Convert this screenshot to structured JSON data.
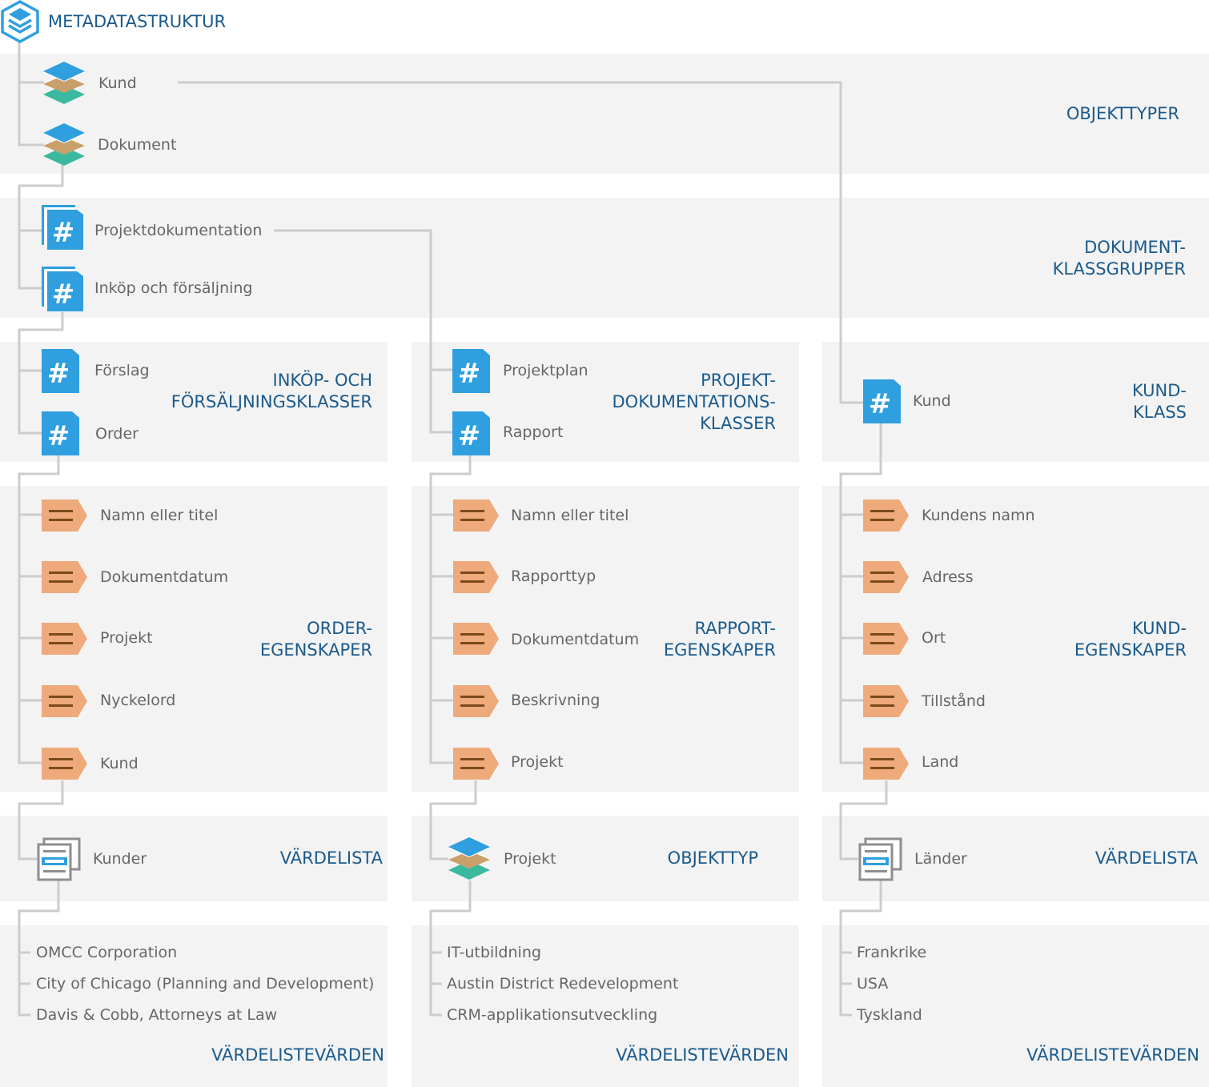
{
  "title": "METADATASTRUKTUR",
  "object_types": {
    "heading": "OBJEKTTYPER",
    "items": [
      "Kund",
      "Dokument"
    ]
  },
  "doc_class_groups": {
    "heading": [
      "DOKUMENT-",
      "KLASSGRUPPER"
    ],
    "items": [
      "Projektdokumentation",
      "Inköp och försäljning"
    ]
  },
  "columns": [
    {
      "classes_heading": [
        "INKÖP- OCH",
        "FÖRSÄLJNINGSKLASSER"
      ],
      "classes": [
        "Förslag",
        "Order"
      ],
      "props_heading": [
        "ORDER-",
        "EGENSKAPER"
      ],
      "props": [
        "Namn eller titel",
        "Dokumentdatum",
        "Projekt",
        "Nyckelord",
        "Kund"
      ],
      "list_heading": "VÄRDELISTA",
      "list_name": "Kunder",
      "values": [
        "OMCC Corporation",
        "City of Chicago (Planning and Development)",
        "Davis & Cobb, Attorneys at Law"
      ],
      "values_heading": "VÄRDELISTEVÄRDEN"
    },
    {
      "classes_heading": [
        "PROJEKT-",
        "DOKUMENTATIONS-",
        "KLASSER"
      ],
      "classes": [
        "Projektplan",
        "Rapport"
      ],
      "props_heading": [
        "RAPPORT-",
        "EGENSKAPER"
      ],
      "props": [
        "Namn eller titel",
        "Rapporttyp",
        "Dokumentdatum",
        "Beskrivning",
        "Projekt"
      ],
      "list_heading": "OBJEKTTYP",
      "list_name": "Projekt",
      "values": [
        "IT-utbildning",
        "Austin District Redevelopment",
        "CRM-applikationsutveckling"
      ],
      "values_heading": "VÄRDELISTEVÄRDEN"
    },
    {
      "classes_heading": [
        "KUND-",
        "KLASS"
      ],
      "classes": [
        "Kund"
      ],
      "props_heading": [
        "KUND-",
        "EGENSKAPER"
      ],
      "props": [
        "Kundens namn",
        "Adress",
        "Ort",
        "Tillstånd",
        "Land"
      ],
      "list_heading": "VÄRDELISTA",
      "list_name": "Länder",
      "values": [
        "Frankrike",
        "USA",
        "Tyskland"
      ],
      "values_heading": "VÄRDELISTEVÄRDEN"
    }
  ],
  "colors": {
    "heading": "#1a5a8c",
    "text": "#666666",
    "panel": "#f3f3f3",
    "wire": "#cccccc",
    "class_icon": "#2f9fe0",
    "property_icon": "#eeaa7a",
    "property_lines": "#7a4a1c",
    "stack_top": "#2f9fe0",
    "stack_mid": "#c9a06a",
    "stack_bottom": "#3ab9a0"
  },
  "icons": {
    "logo": "layers-hexagon-icon",
    "object_type": "layers-stack-icon",
    "class_group": "hash-stack-icon",
    "class": "hash-icon",
    "property": "property-tag-icon",
    "value_list": "value-list-icon"
  }
}
